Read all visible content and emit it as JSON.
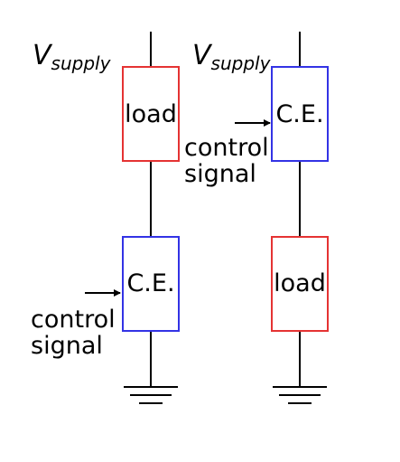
{
  "colors": {
    "load": "#e53333",
    "ce": "#3333e5",
    "wire": "#000000"
  },
  "left": {
    "supply": {
      "main": "V",
      "sub": "supply"
    },
    "top_box": "load",
    "bottom_box": "C.E.",
    "signal": {
      "line1": "control",
      "line2": "signal"
    }
  },
  "right": {
    "supply": {
      "main": "V",
      "sub": "supply"
    },
    "top_box": "C.E.",
    "bottom_box": "load",
    "signal": {
      "line1": "control",
      "line2": "signal"
    }
  }
}
